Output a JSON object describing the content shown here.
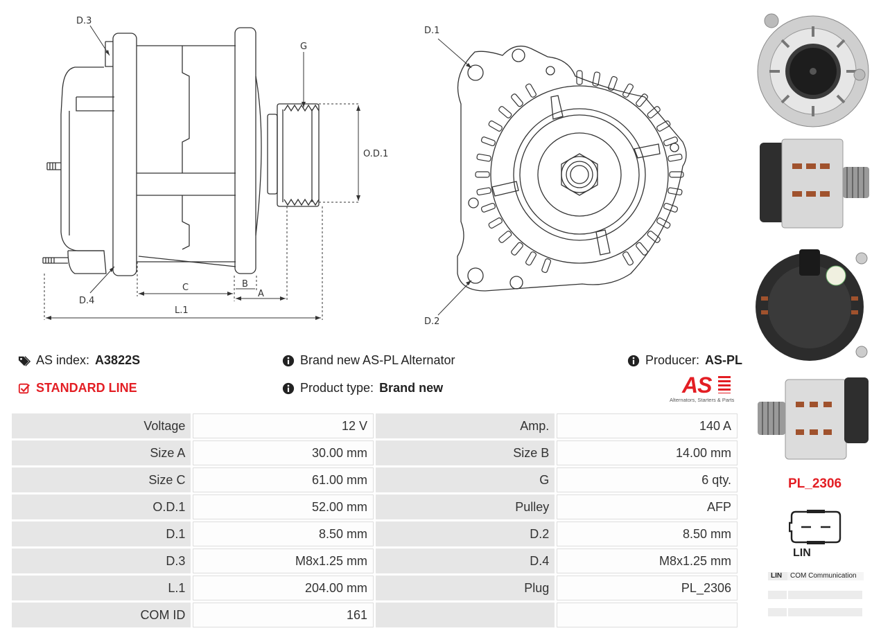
{
  "drawing_side": {
    "labels": {
      "d3": "D.3",
      "g": "G",
      "od1": "O.D.1",
      "b": "B",
      "c": "C",
      "a": "A",
      "d4": "D.4",
      "l1": "L.1"
    }
  },
  "drawing_front": {
    "labels": {
      "d1": "D.1",
      "d2": "D.2"
    }
  },
  "info": {
    "as_index_label": "AS index:",
    "as_index_value": "A3822S",
    "standard_line": "STANDARD LINE",
    "description": "Brand new AS-PL Alternator",
    "product_type_label": "Product type:",
    "product_type_value": "Brand new",
    "producer_label": "Producer:",
    "producer_value": "AS-PL",
    "logo_text": "AS",
    "logo_tagline": "Alternators, Starters & Parts"
  },
  "specs": [
    {
      "k1": "Voltage",
      "v1": "12 V",
      "k2": "Amp.",
      "v2": "140 A"
    },
    {
      "k1": "Size A",
      "v1": "30.00 mm",
      "k2": "Size B",
      "v2": "14.00 mm"
    },
    {
      "k1": "Size C",
      "v1": "61.00 mm",
      "k2": "G",
      "v2": "6 qty."
    },
    {
      "k1": "O.D.1",
      "v1": "52.00 mm",
      "k2": "Pulley",
      "v2": "AFP"
    },
    {
      "k1": "D.1",
      "v1": "8.50 mm",
      "k2": "D.2",
      "v2": "8.50 mm"
    },
    {
      "k1": "D.3",
      "v1": "M8x1.25 mm",
      "k2": "D.4",
      "v2": "M8x1.25 mm"
    },
    {
      "k1": "L.1",
      "v1": "204.00 mm",
      "k2": "Plug",
      "v2": "PL_2306"
    },
    {
      "k1": "COM ID",
      "v1": "161",
      "k2": "",
      "v2": ""
    }
  ],
  "plug": {
    "code": "PL_2306",
    "label": "LIN",
    "comm_code": "LIN",
    "comm_text": "COM Communication"
  },
  "colors": {
    "accent_red": "#e31e24"
  }
}
